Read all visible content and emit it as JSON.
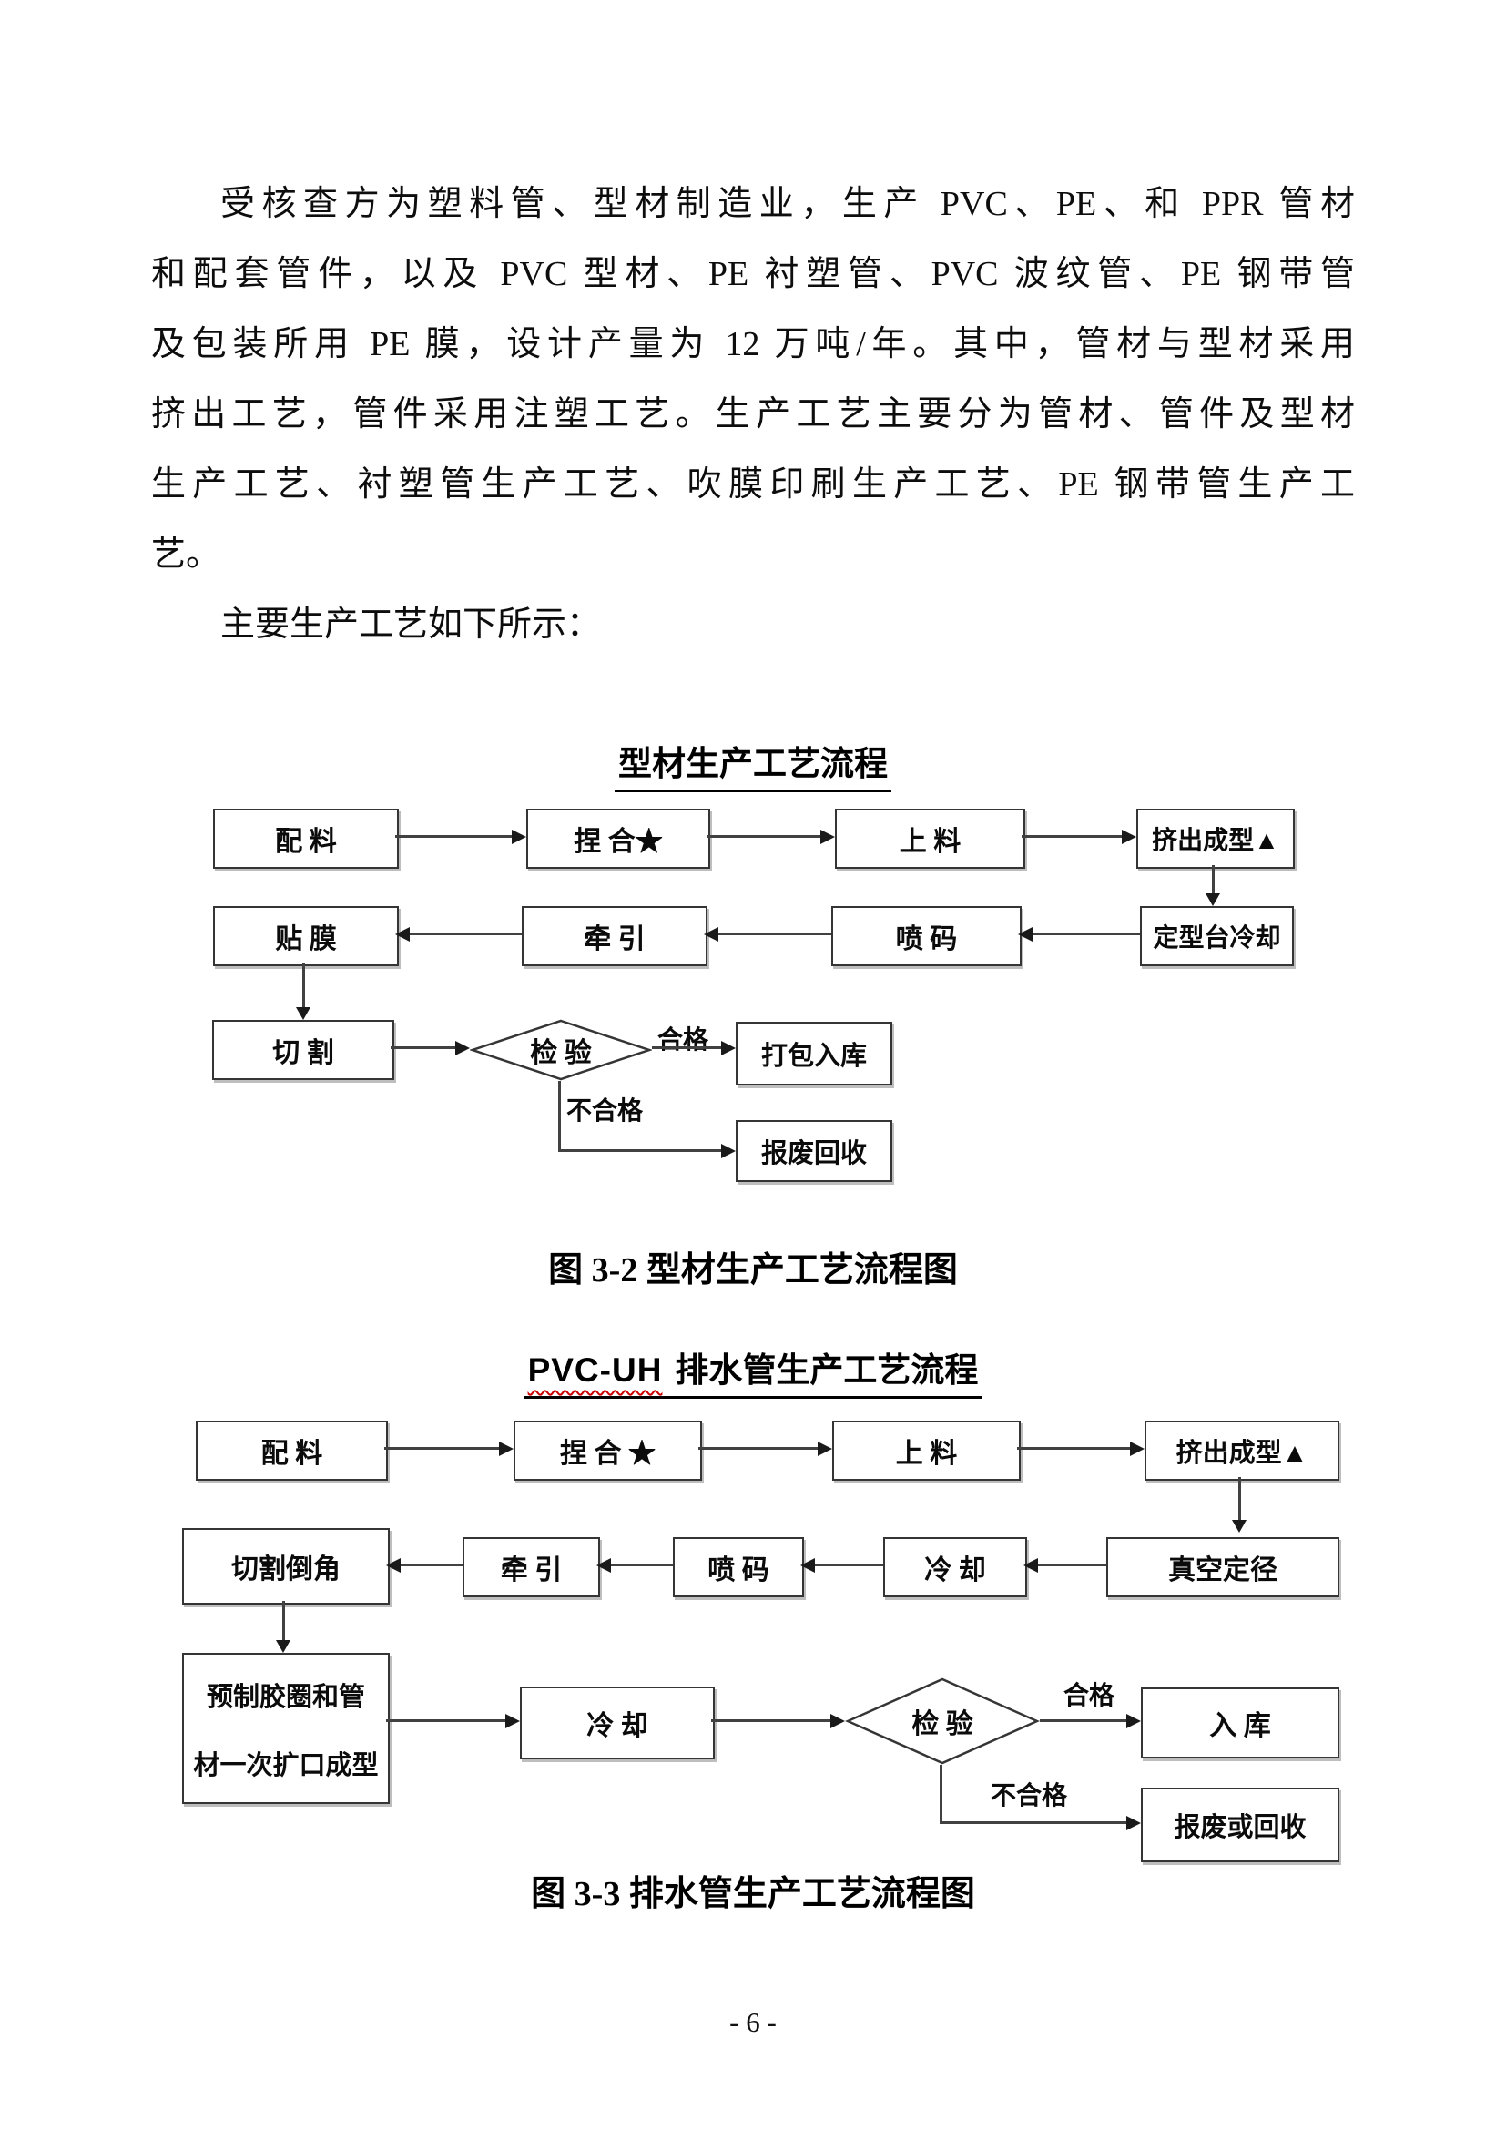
{
  "paragraph": {
    "lines": [
      "受核查方为塑料管、型材制造业，生产 PVC、PE、和 PPR 管材",
      "和配套管件，以及 PVC 型材、PE 衬塑管、PVC 波纹管、PE 钢带管",
      "及包装所用 PE 膜，设计产量为 12 万吨/年。其中，管材与型材采用",
      "挤出工艺，管件采用注塑工艺。生产工艺主要分为管材、管件及型材",
      "生产工艺、衬塑管生产工艺、吹膜印刷生产工艺、PE 钢带管生产工",
      "艺。",
      "主要生产工艺如下所示："
    ]
  },
  "figure1": {
    "title": "型材生产工艺流程",
    "caption": "图 3-2 型材生产工艺流程图",
    "nodes": {
      "peiliao": "配 料",
      "niehe": "捏 合★",
      "shangliao": "上 料",
      "jichucheng": "挤出成型▲",
      "tiemo": "贴 膜",
      "qianyin": "牵 引",
      "penma": "喷 码",
      "dingxingtai": "定型台冷却",
      "qiege": "切 割",
      "jianyan": "检 验",
      "dabaoruku": "打包入库",
      "baofeihuishou": "报废回收"
    },
    "labels": {
      "pass": "合格",
      "fail": "不合格"
    }
  },
  "figure2": {
    "title_en": "PVC-UH",
    "title_cn": "排水管生产工艺流程",
    "caption": "图 3-3 排水管生产工艺流程图",
    "nodes": {
      "peiliao": "配 料",
      "niehe": "捏 合 ★",
      "shangliao": "上 料",
      "jichucheng": "挤出成型▲",
      "qiegedaojiao": "切割倒角",
      "qianyin": "牵 引",
      "penma": "喷 码",
      "lengque1": "冷 却",
      "zhenkongdingjing": "真空定径",
      "yuzhi_line1": "预制胶圈和管",
      "yuzhi_line2": "材一次扩口成型",
      "lengque2": "冷 却",
      "jianyan": "检 验",
      "ruku": "入 库",
      "baofeihuohuishou": "报废或回收"
    },
    "labels": {
      "pass": "合格",
      "fail": "不合格"
    }
  },
  "page": {
    "number": "- 6 -"
  }
}
